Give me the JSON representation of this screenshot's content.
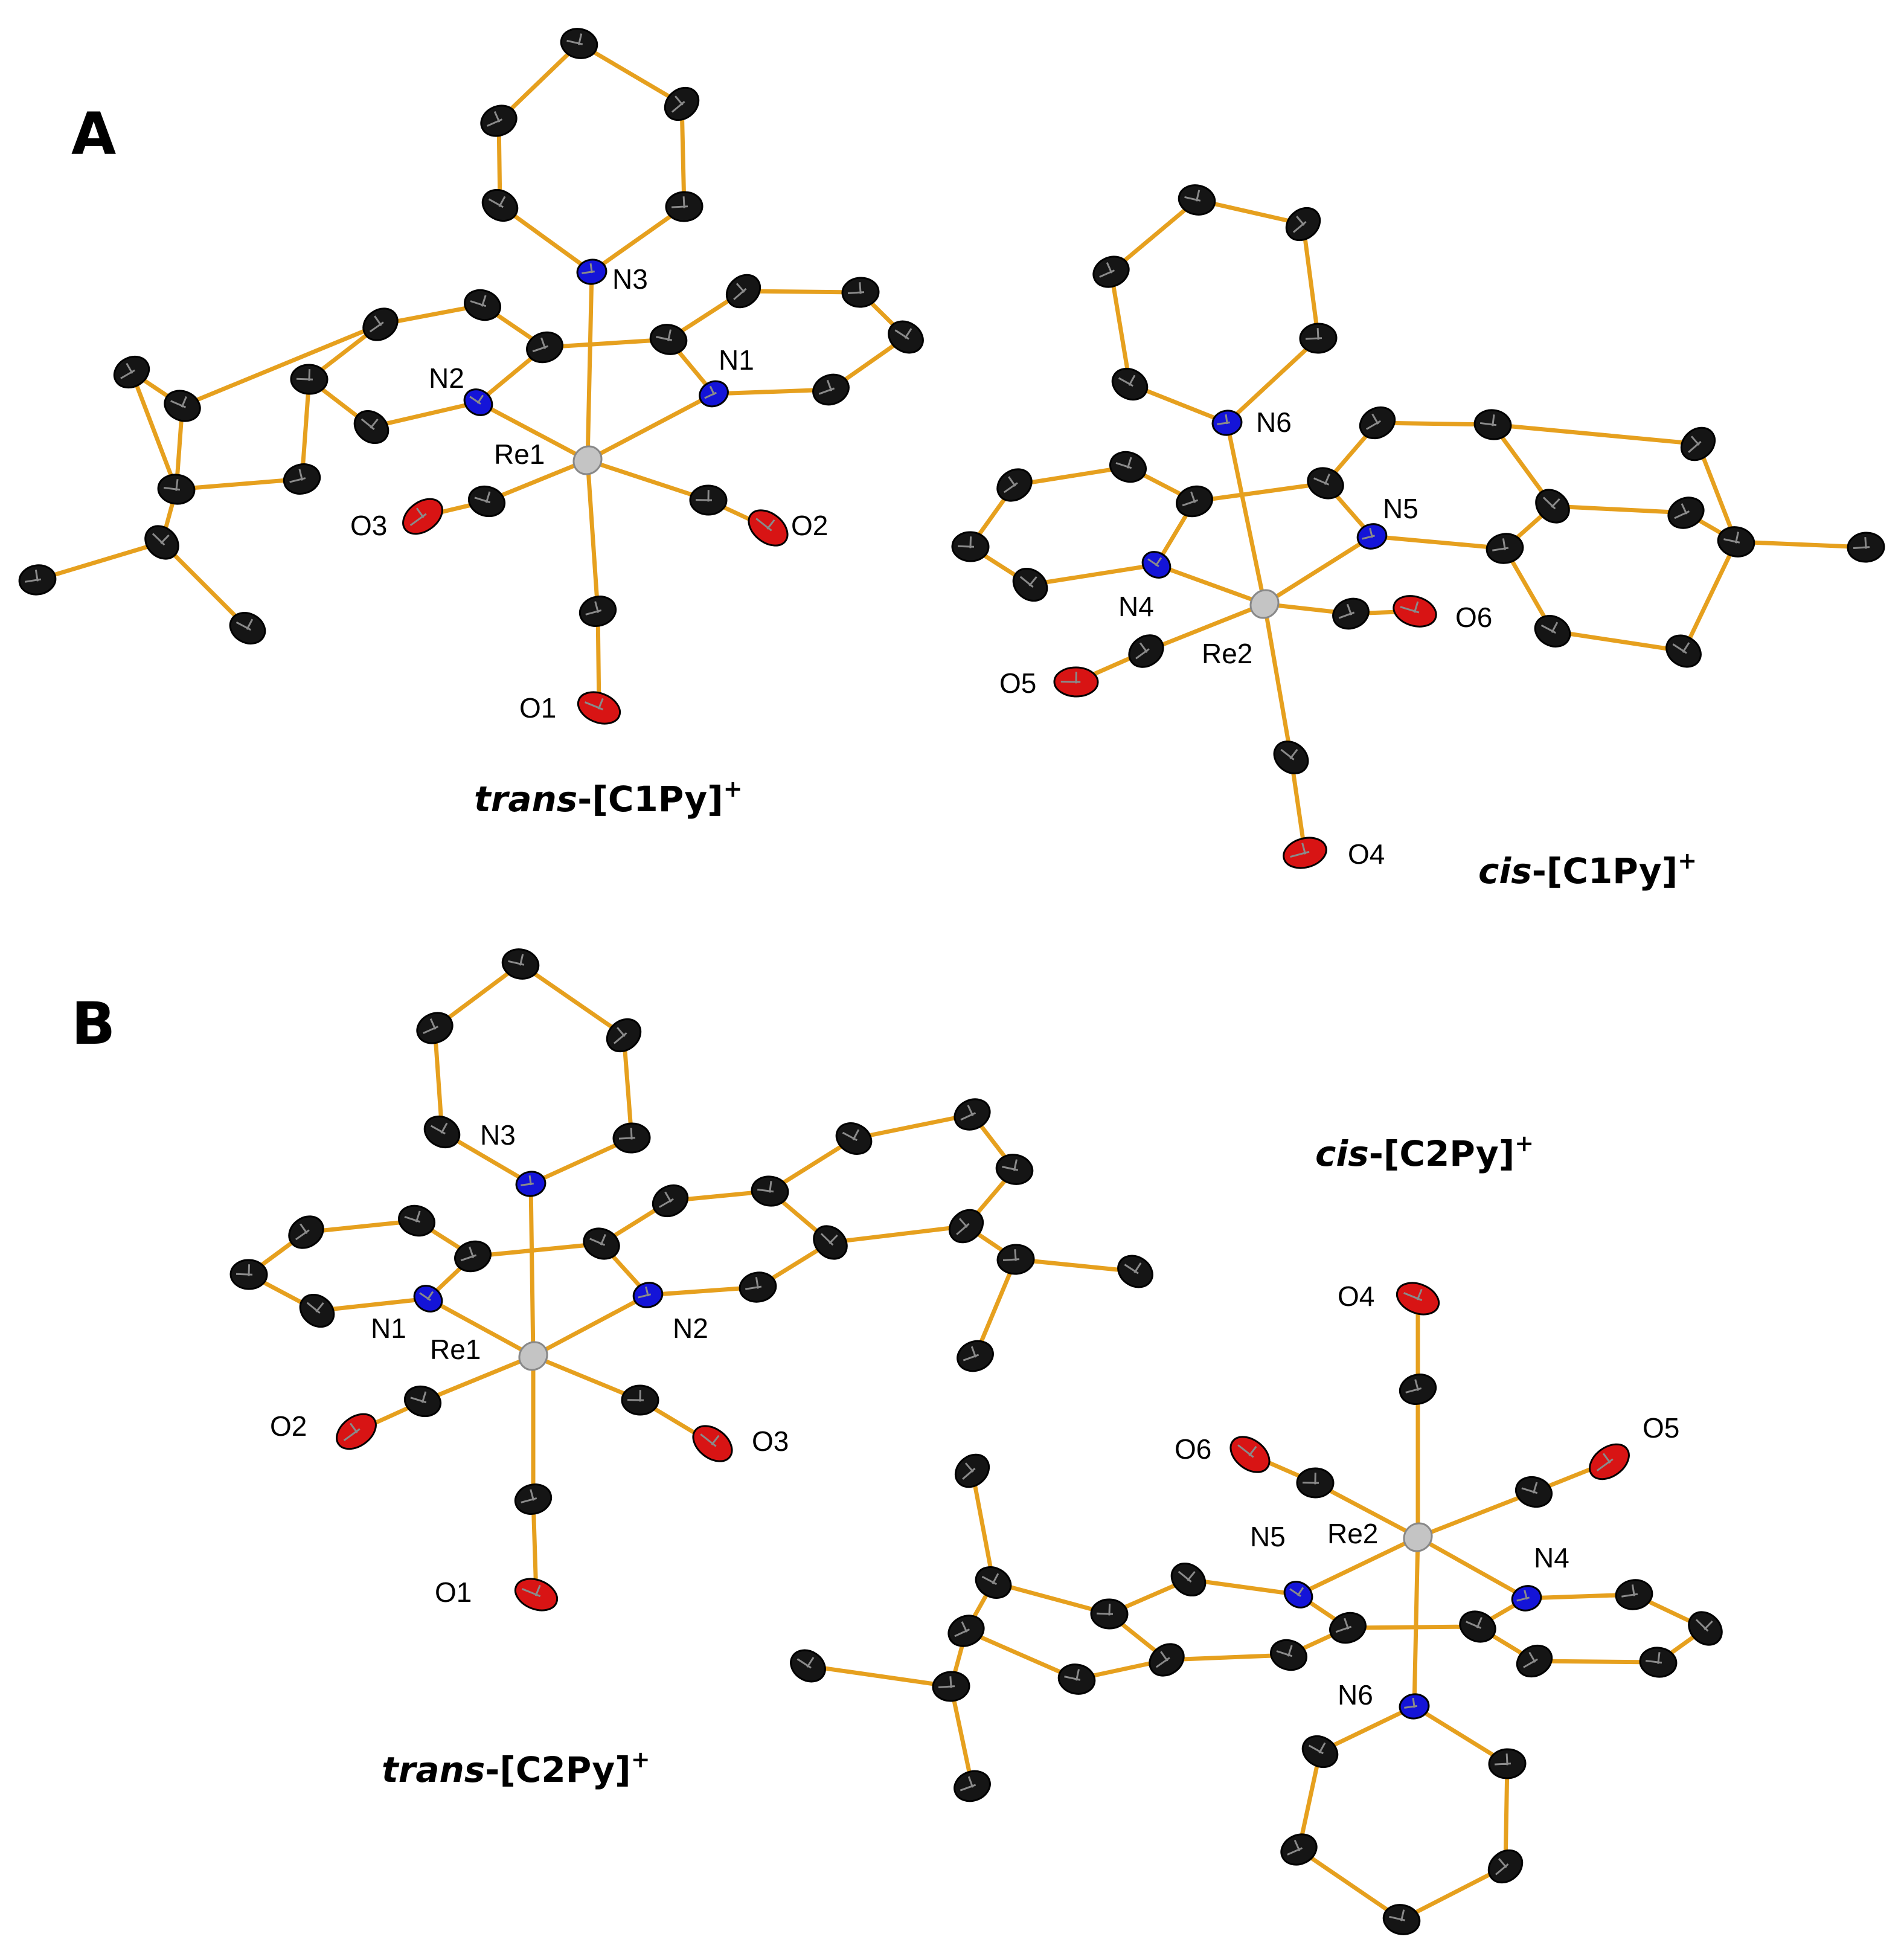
{
  "colors": {
    "bond": "#e6a01e",
    "carbon": "#151515",
    "nitrogen": "#1414d8",
    "oxygen": "#d81414",
    "rhenium": "#c4c4c4",
    "background": "#ffffff"
  },
  "panels": [
    {
      "letter": "A"
    },
    {
      "letter": "B"
    }
  ],
  "molecules": [
    {
      "caption": {
        "prefix": "trans",
        "body": "-[C1Py]",
        "charge": "+"
      },
      "metal": "Re1",
      "labels": [
        "N3",
        "N2",
        "N1",
        "Re1",
        "O3",
        "O2",
        "O1"
      ]
    },
    {
      "caption": {
        "prefix": "cis",
        "body": "-[C1Py]",
        "charge": "+"
      },
      "metal": "Re2",
      "labels": [
        "N6",
        "N5",
        "N4",
        "Re2",
        "O6",
        "O5",
        "O4"
      ]
    },
    {
      "caption": {
        "prefix": "trans",
        "body": "-[C2Py]",
        "charge": "+"
      },
      "metal": "Re1",
      "labels": [
        "N3",
        "N1",
        "Re1",
        "N2",
        "O2",
        "O3",
        "O1"
      ]
    },
    {
      "caption": {
        "prefix": "cis",
        "body": "-[C2Py]",
        "charge": "+"
      },
      "metal": "Re2",
      "labels": [
        "O4",
        "O6",
        "O5",
        "Re2",
        "N5",
        "N4",
        "N6"
      ]
    }
  ]
}
